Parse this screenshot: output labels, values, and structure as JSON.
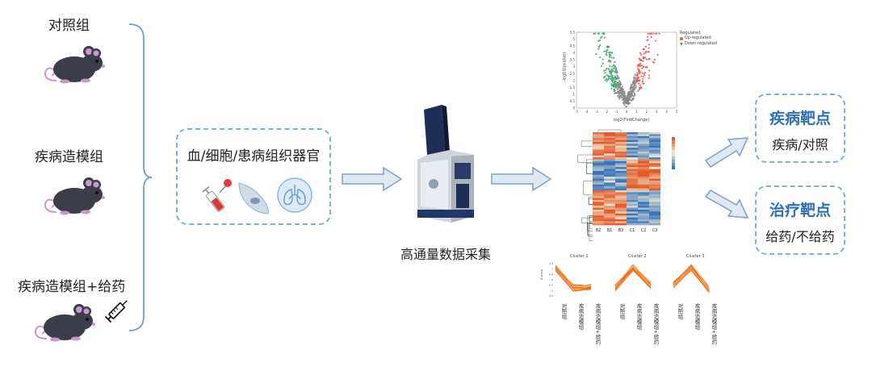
{
  "groups": [
    {
      "label": "对照组"
    },
    {
      "label": "疾病造模组"
    },
    {
      "label": "疾病造模组+给药"
    }
  ],
  "samples": {
    "title": "血/细胞/患病组织器官",
    "icons": [
      "syringe-icon",
      "cell-icon",
      "lung-icon"
    ]
  },
  "instrument": {
    "label": "高通量数据采集"
  },
  "volcano": {
    "legend_title": "Regulated",
    "legend_up": "Up-regulated",
    "legend_down": "Down-regulated",
    "xlabel": "log2(FoldChange)",
    "ylabel": "-log10(pvalue)",
    "x_ticks": [
      "-5",
      "-4",
      "-3",
      "-2",
      "-1",
      "0",
      "1",
      "2",
      "3",
      "4",
      "5"
    ],
    "y_ticks": [
      "0",
      "0.5",
      "1",
      "1.5",
      "2",
      "2.5",
      "3",
      "3.5",
      "4",
      "4.5",
      "5",
      "5.5"
    ],
    "colors": {
      "up": "#e8554a",
      "down": "#3aa66a",
      "ns": "#888888"
    }
  },
  "heatmap": {
    "columns": [
      "B2",
      "B1",
      "B3",
      "C1",
      "C2",
      "C3"
    ],
    "colors": {
      "low": "#3b74b8",
      "mid": "#f3efd6",
      "high": "#e25b2c"
    }
  },
  "clusters": [
    {
      "title": "Cluster 1",
      "x_labels": [
        "对照组",
        "疾病造模组",
        "疾病造模组+给药"
      ]
    },
    {
      "title": "Cluster 2",
      "x_labels": [
        "对照组",
        "疾病造模组",
        "疾病造模组+给药"
      ]
    },
    {
      "title": "Cluster 3",
      "x_labels": [
        "对照组",
        "疾病造模组",
        "疾病造模组+给药"
      ]
    }
  ],
  "cluster_axis": {
    "ylabel": "Z-score",
    "ticks": [
      "1.5",
      "1",
      "0.5",
      "0",
      "-0.5",
      "-1",
      "-1.5"
    ]
  },
  "targets": [
    {
      "title": "疾病靶点",
      "subtitle": "疾病/对照"
    },
    {
      "title": "治疗靶点",
      "subtitle": "给药/不给药"
    }
  ],
  "colors": {
    "accent": "#2e6fb7",
    "dashed_border": "#7eaee0",
    "arrow_fill": "#dfe9f4",
    "arrow_stroke": "#7f9fc3",
    "bracket": "#6f9fd8"
  }
}
